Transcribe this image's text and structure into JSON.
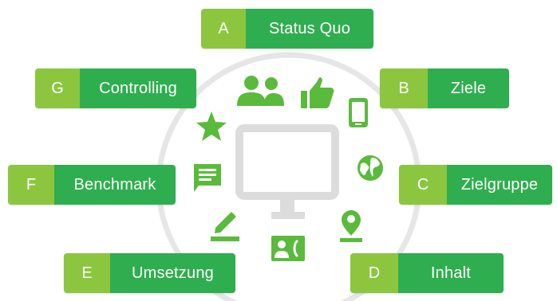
{
  "colors": {
    "letter_bg": "#8cc63f",
    "label_bg": "#2fae4f",
    "text": "#ffffff",
    "icon_green": "#5aba3c",
    "circle_gray": "#e6e6e6",
    "monitor_gray": "#dcdcdc"
  },
  "steps": [
    {
      "letter": "A",
      "label": "Status Quo"
    },
    {
      "letter": "B",
      "label": "Ziele"
    },
    {
      "letter": "C",
      "label": "Zielgruppe"
    },
    {
      "letter": "D",
      "label": "Inhalt"
    },
    {
      "letter": "E",
      "label": "Umsetzung"
    },
    {
      "letter": "F",
      "label": "Benchmark"
    },
    {
      "letter": "G",
      "label": "Controlling"
    }
  ],
  "icons": [
    "people-icon",
    "thumbs-up-icon",
    "smartphone-icon",
    "globe-icon",
    "location-pin-icon",
    "contact-card-icon",
    "pencil-icon",
    "chat-icon",
    "star-icon",
    "monitor-icon"
  ]
}
